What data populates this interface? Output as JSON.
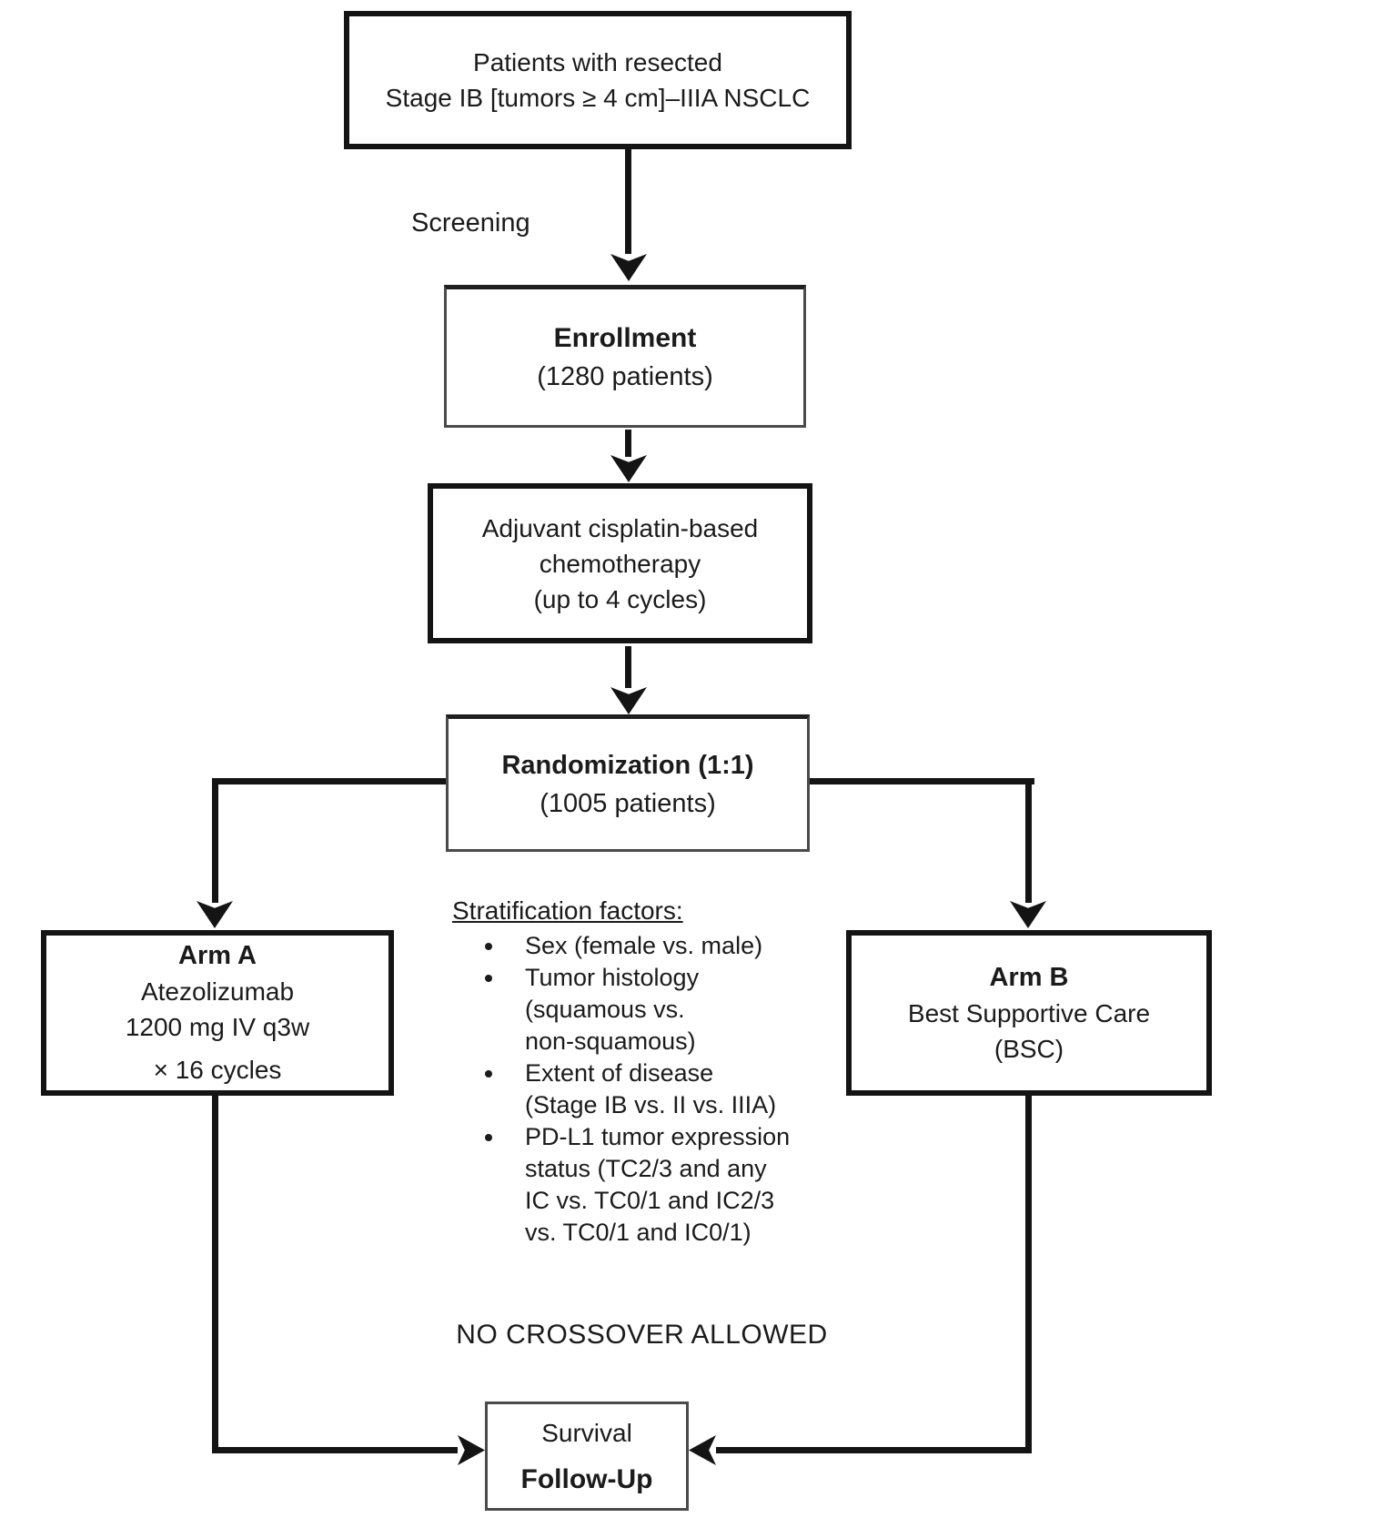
{
  "diagram": {
    "boxes": {
      "patients": {
        "line1": "Patients with resected",
        "line2": "Stage IB [tumors ≥ 4 cm]–IIIA NSCLC"
      },
      "enrollment": {
        "title": "Enrollment",
        "subtitle": "(1280 patients)"
      },
      "chemotherapy": {
        "line1": "Adjuvant cisplatin-based",
        "line2": "chemotherapy",
        "line3": "(up to 4 cycles)"
      },
      "randomization": {
        "title": "Randomization (1:1)",
        "subtitle": "(1005 patients)"
      },
      "arm_a": {
        "title": "Arm A",
        "line2": "Atezolizumab",
        "line3": "1200 mg IV q3w",
        "line4": "× 16 cycles"
      },
      "arm_b": {
        "title": "Arm B",
        "line2": "Best Supportive Care",
        "line3": "(BSC)"
      },
      "survival": {
        "line1": "Survival",
        "line2": "Follow-Up"
      }
    },
    "labels": {
      "screening": "Screening",
      "no_crossover": "NO CROSSOVER ALLOWED"
    },
    "stratification": {
      "heading": "Stratification factors:",
      "items": [
        {
          "lines": [
            "Sex (female vs. male)"
          ]
        },
        {
          "lines": [
            "Tumor histology",
            "(squamous vs.",
            "non-squamous)"
          ]
        },
        {
          "lines": [
            "Extent of disease",
            "(Stage IB vs. II vs. IIIA)"
          ]
        },
        {
          "lines": [
            "PD-L1 tumor expression",
            "status (TC2/3 and any",
            "IC vs. TC0/1 and IC2/3",
            "vs. TC0/1 and IC0/1)"
          ]
        }
      ]
    },
    "colors": {
      "line": "#141414",
      "border_thick": "#141414",
      "border_thin": "#4a4a4a",
      "text": "#1b1b1b",
      "background": "#ffffff"
    }
  }
}
